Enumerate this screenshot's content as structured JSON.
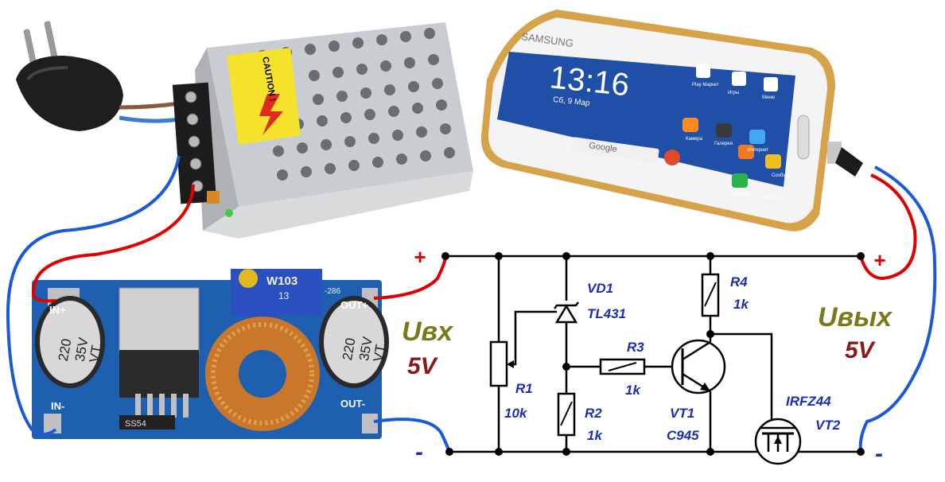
{
  "psu": {
    "caution_label": "CAUTION !"
  },
  "converter": {
    "pot_label": "W103",
    "pot_sub": "13",
    "cap_left": [
      "220",
      "35V",
      "VT"
    ],
    "cap_right": [
      "220",
      "35V",
      "VT"
    ],
    "in_plus": "IN+",
    "in_minus": "IN-",
    "out_plus": "OUT+",
    "out_minus": "OUT-",
    "model_code": "-286",
    "diode_label": "SS54"
  },
  "phone": {
    "brand": "SAMSUNG",
    "clock": "13:16",
    "date": "Сб, 9 Мар",
    "search": "Google",
    "apps": [
      "Play Маркет",
      "Игры",
      "Меню",
      "Камера",
      "Галерея",
      "Интернет",
      "Телефон",
      "Контакты",
      "Сообщ."
    ]
  },
  "schematic": {
    "in_label": "Uвх",
    "in_voltage": "5V",
    "out_label": "Uвых",
    "out_voltage": "5V",
    "plus_left": "+",
    "plus_right": "+",
    "minus_left": "-",
    "minus_right": "-",
    "vd1": "VD1",
    "tl431": "TL431",
    "r1": "R1",
    "r1_val": "10k",
    "r2": "R2",
    "r2_val": "1k",
    "r3": "R3",
    "r3_val": "1k",
    "r4": "R4",
    "r4_val": "1k",
    "vt1": "VT1",
    "c945": "C945",
    "irfz44": "IRFZ44",
    "vt2": "VT2"
  },
  "colors": {
    "positive_wire": "#e00000",
    "negative_wire": "#1a5ad8",
    "label_blue": "#1a2fb0",
    "label_olive": "#7a7a1c",
    "label_maroon": "#8a1a1a",
    "pcb": "#1f5fb0"
  }
}
